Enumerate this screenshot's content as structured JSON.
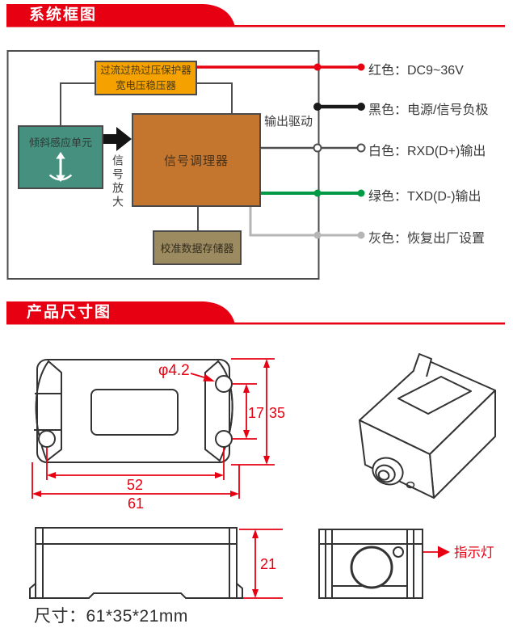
{
  "headers": {
    "system_diagram": "系统框图",
    "product_dimensions": "产品尺寸图"
  },
  "colors": {
    "brand_red": "#e60012",
    "box_protector": "#f5a201",
    "box_tilt_sensor": "#45907f",
    "box_conditioner": "#c4752e",
    "box_storage": "#9c8b61"
  },
  "block_diagram": {
    "boxes": {
      "protector_line1": "过流过热过压保护器",
      "protector_line2": "宽电压稳压器",
      "tilt_sensor": "倾斜感应单元",
      "conditioner": "信号调理器",
      "storage": "校准数据存储器"
    },
    "labels": {
      "signal_amplify": "信号放大",
      "output_drive": "输出驱动"
    },
    "legend": [
      {
        "text": "红色：DC9~36V",
        "color": "#e60012"
      },
      {
        "text": "黑色：电源/信号负极",
        "color": "#1a1a1a"
      },
      {
        "text": "白色：RXD(D+)输出",
        "color": "#4d4d4d"
      },
      {
        "text": "绿色：TXD(D-)输出",
        "color": "#009944"
      },
      {
        "text": "灰色：恢复出厂设置",
        "color": "#b5b5b5"
      }
    ]
  },
  "dimensions": {
    "hole_diameter": "φ4.2",
    "hole_spacing_vertical": "17",
    "body_height": "35",
    "hole_spacing_horizontal": "52",
    "body_width": "61",
    "body_depth": "21",
    "indicator_label": "指示灯",
    "size_summary": "尺寸：61*35*21mm"
  }
}
